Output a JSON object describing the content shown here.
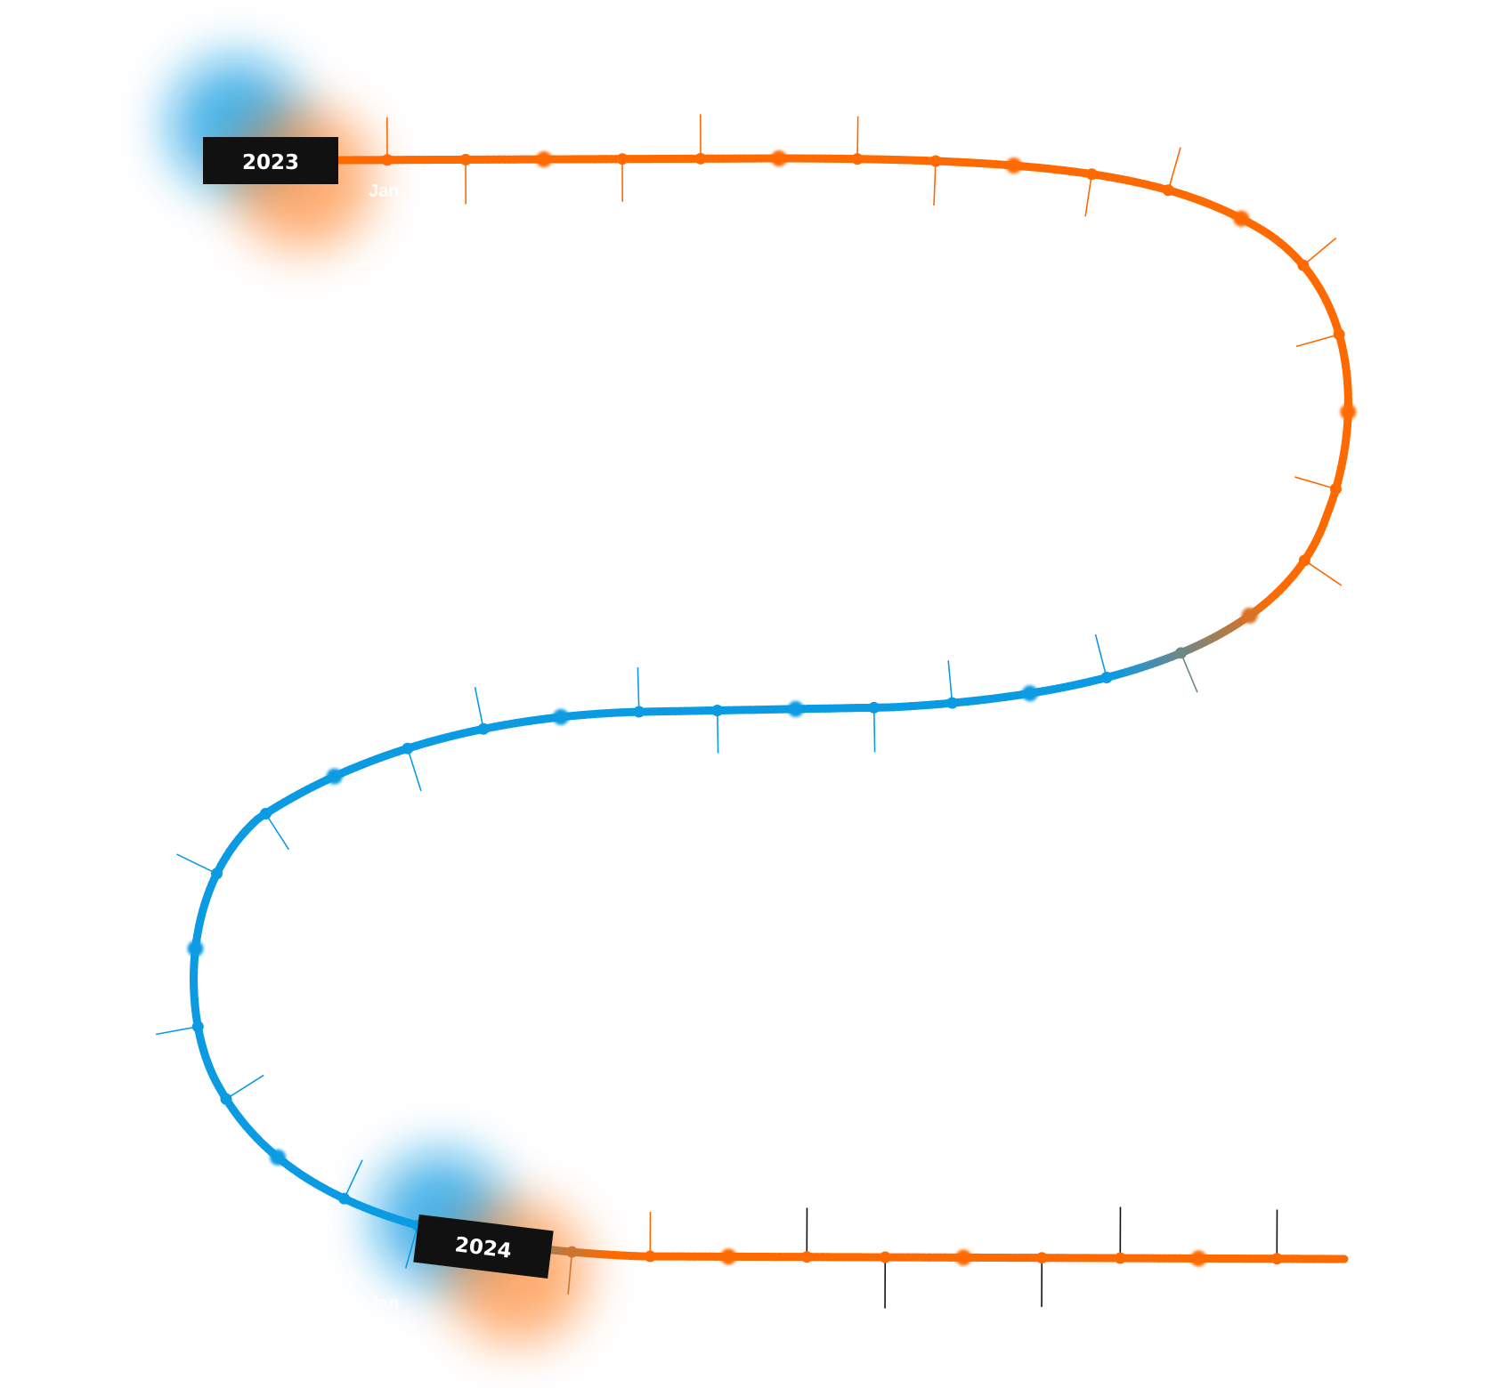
{
  "timeline": {
    "years": [
      {
        "label": "2023",
        "first_month": "Jan"
      },
      {
        "label": "2024",
        "first_month": "Jan"
      }
    ],
    "colors": {
      "warm": "#ff6a00",
      "cool": "#0b9be3",
      "label_bg": "#111111",
      "label_text": "#ffffff",
      "tick": "#111111"
    }
  }
}
